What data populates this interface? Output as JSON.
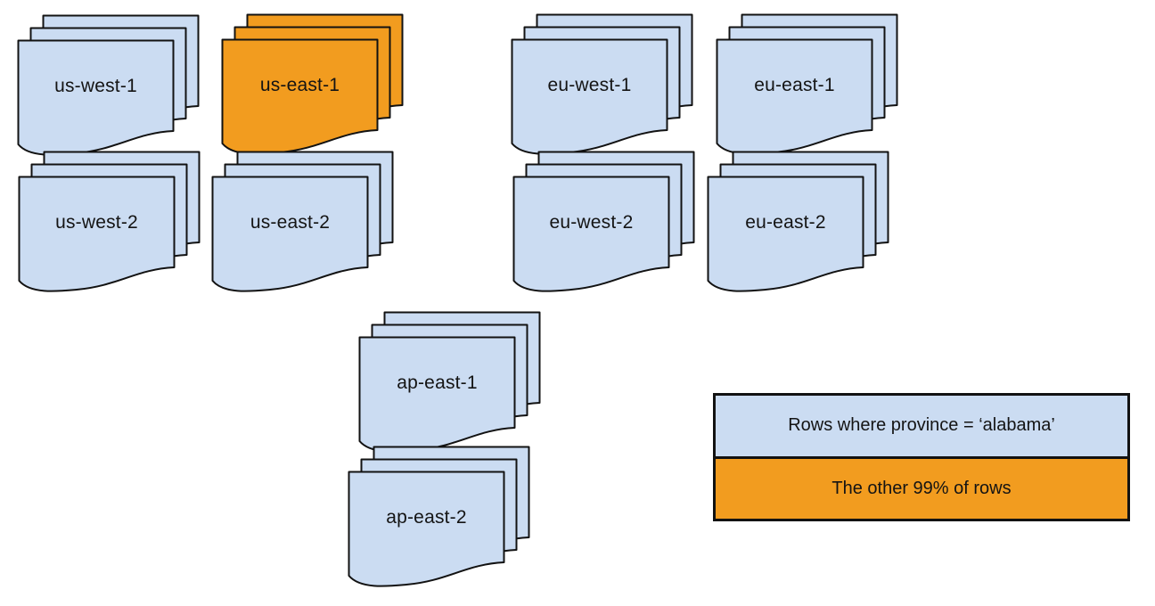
{
  "colors": {
    "doc_blue": "#cbdcf2",
    "doc_orange": "#f29c1f",
    "stroke": "#121212",
    "background": "#ffffff"
  },
  "stacks": [
    {
      "label": "us-west-1",
      "variant": "blue"
    },
    {
      "label": "us-east-1",
      "variant": "orange"
    },
    {
      "label": "eu-west-1",
      "variant": "blue"
    },
    {
      "label": "eu-east-1",
      "variant": "blue"
    },
    {
      "label": "us-west-2",
      "variant": "blue"
    },
    {
      "label": "us-east-2",
      "variant": "blue"
    },
    {
      "label": "eu-west-2",
      "variant": "blue"
    },
    {
      "label": "eu-east-2",
      "variant": "blue"
    },
    {
      "label": "ap-east-1",
      "variant": "blue"
    },
    {
      "label": "ap-east-2",
      "variant": "blue"
    }
  ],
  "legend": {
    "rows": [
      {
        "label": "Rows where province = ‘alabama’",
        "variant": "blue"
      },
      {
        "label": "The other 99% of rows",
        "variant": "orange"
      }
    ]
  }
}
